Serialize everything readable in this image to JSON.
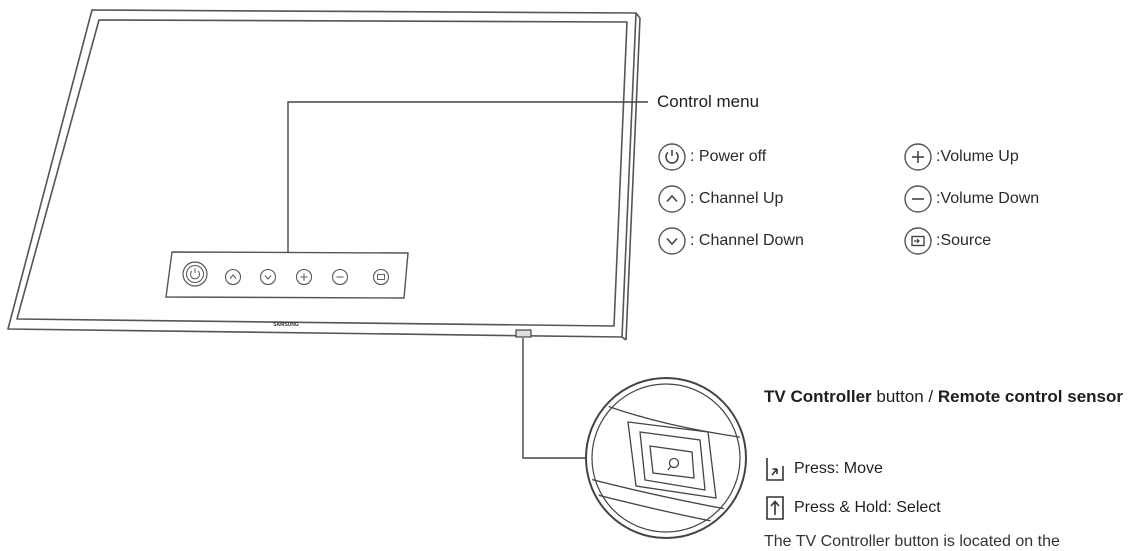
{
  "tv": {
    "brand": "SAMSUNG"
  },
  "control_menu": {
    "title": "Control menu",
    "items": [
      {
        "icon": "power-icon",
        "label": ": Power off"
      },
      {
        "icon": "chevron-up-icon",
        "label": ": Channel Up"
      },
      {
        "icon": "chevron-down-icon",
        "label": ": Channel Down"
      },
      {
        "icon": "plus-icon",
        "label": ":Volume Up"
      },
      {
        "icon": "minus-icon",
        "label": ":Volume Down"
      },
      {
        "icon": "source-icon",
        "label": ":Source"
      }
    ]
  },
  "sensor": {
    "title_part1": "TV Controller",
    "title_part2": " button / ",
    "title_part3": "Remote control sensor",
    "press_move": "Press: Move",
    "press_hold": "Press & Hold: Select",
    "footnote": "The TV Controller button is located on the"
  }
}
